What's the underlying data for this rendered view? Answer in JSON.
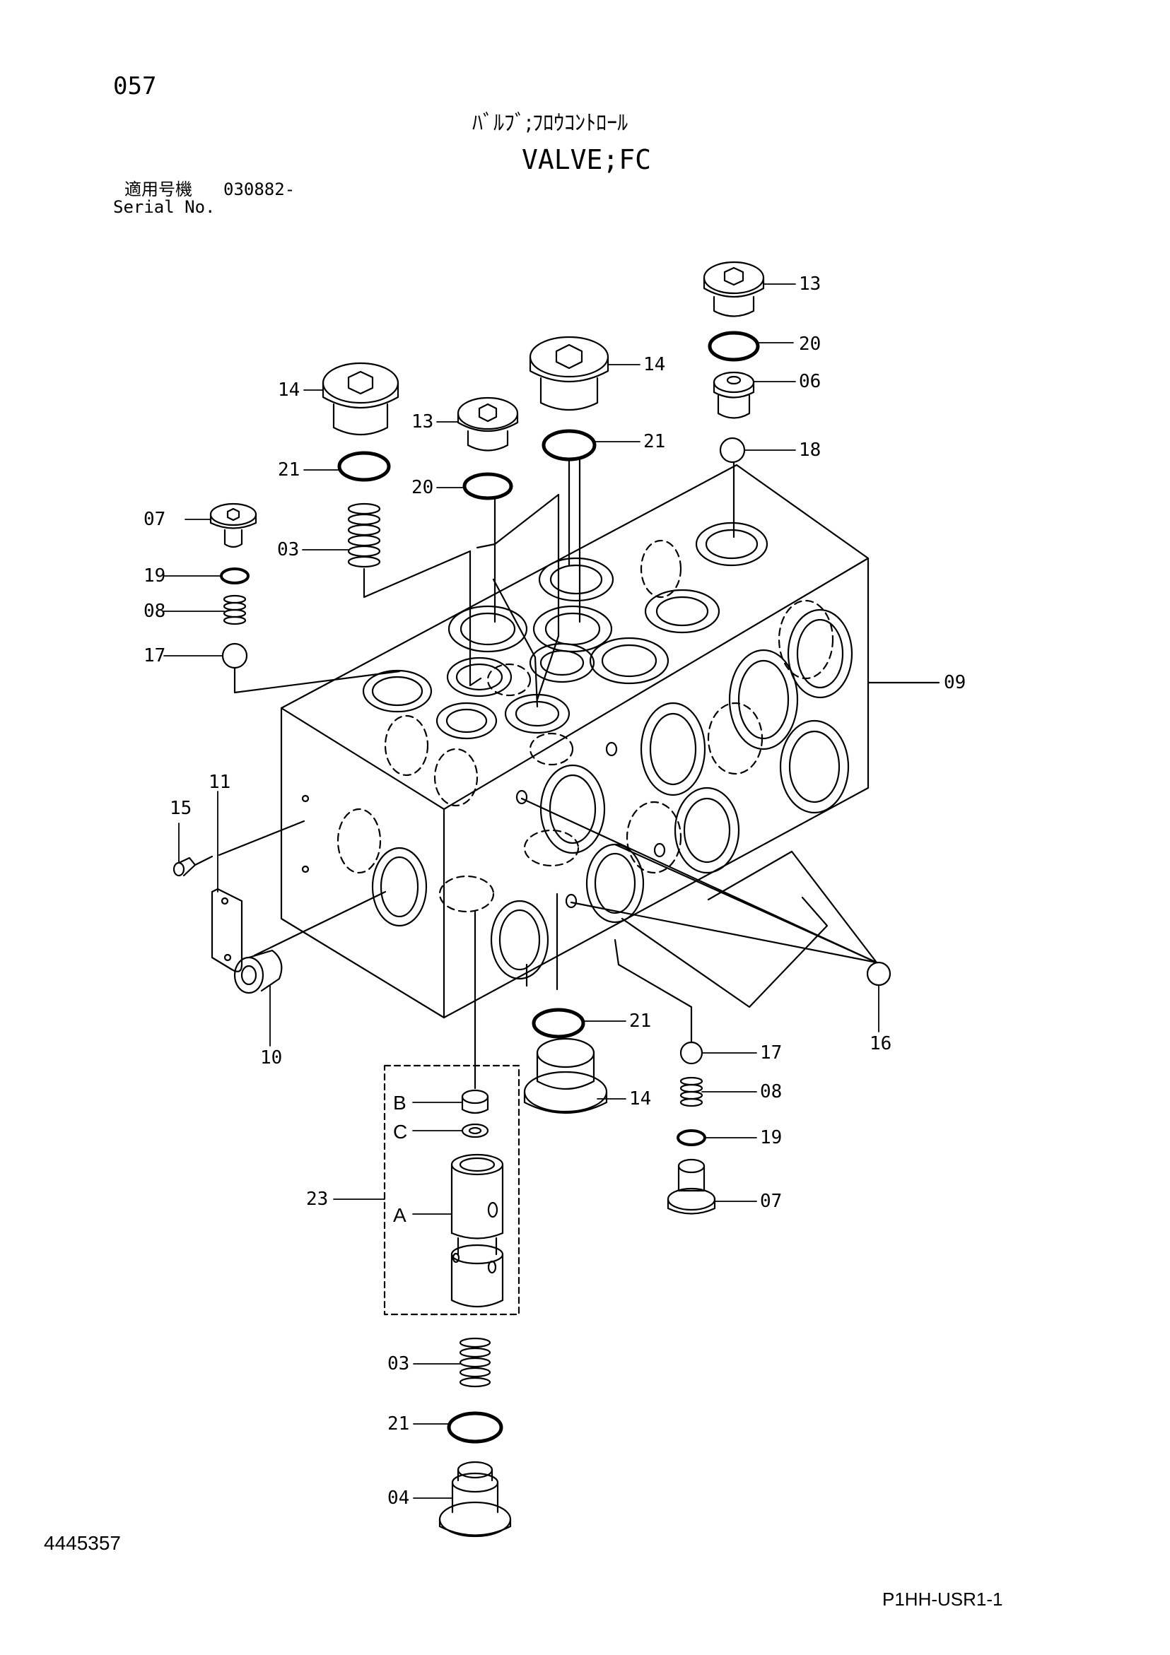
{
  "header": {
    "page_number": "057",
    "title_jp": "ﾊﾞﾙﾌﾞ;ﾌﾛｳｺﾝﾄﾛｰﾙ",
    "title_en": "VALVE;FC",
    "serial_label_jp": "適用号機",
    "serial_value": "030882-",
    "serial_label_en": "Serial No."
  },
  "callouts": {
    "c13_top": "13",
    "c20_top": "20",
    "c06": "06",
    "c18": "18",
    "c14_center": "14",
    "c21_center": "21",
    "c14_left": "14",
    "c13_mid": "13",
    "c21_left": "21",
    "c20_mid": "20",
    "c07_left": "07",
    "c03_top": "03",
    "c19_left": "19",
    "c08_left": "08",
    "c17_left": "17",
    "c09": "09",
    "c11": "11",
    "c15": "15",
    "c10": "10",
    "c16": "16",
    "c21_low": "21",
    "c17_right": "17",
    "c14_low": "14",
    "c08_right": "08",
    "c19_right": "19",
    "c07_right": "07",
    "c23": "23",
    "sub_b": "B",
    "sub_c": "C",
    "sub_a": "A",
    "c03_bottom": "03",
    "c21_bottom": "21",
    "c04": "04"
  },
  "footer": {
    "doc_number": "4445357",
    "sheet_code": "P1HH-USR1-1"
  }
}
